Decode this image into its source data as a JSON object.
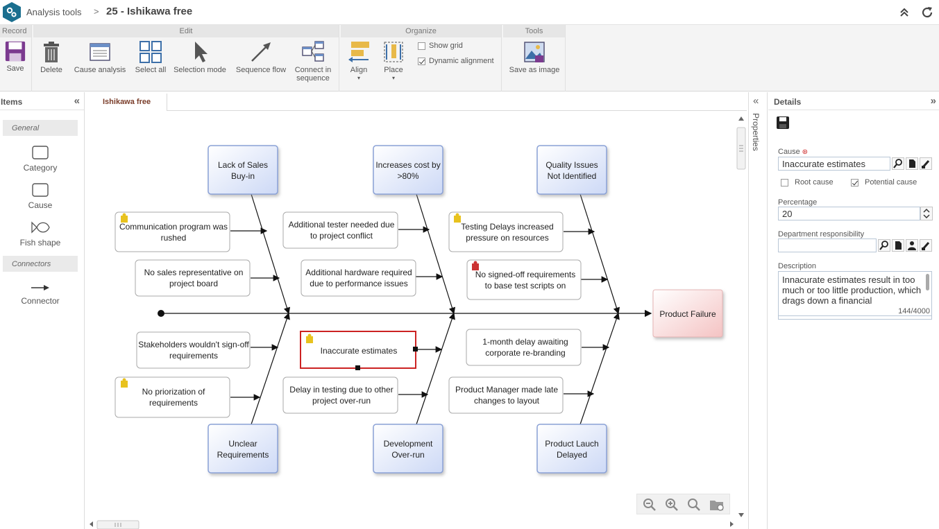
{
  "app": {
    "section": "Analysis tools",
    "separator": ">",
    "title": "25 - Ishikawa free"
  },
  "ribbon": {
    "groups": {
      "record": "Record",
      "edit": "Edit",
      "organize": "Organize",
      "tools": "Tools"
    },
    "save": "Save",
    "delete": "Delete",
    "cause_analysis": "Cause analysis",
    "select_all": "Select all",
    "selection_mode": "Selection mode",
    "sequence_flow": "Sequence flow",
    "connect_in_sequence_1": "Connect in",
    "connect_in_sequence_2": "sequence",
    "align": "Align",
    "place": "Place",
    "show_grid": "Show grid",
    "dynamic_alignment": "Dynamic alignment",
    "save_as_image": "Save as image",
    "show_grid_checked": false,
    "dynamic_alignment_checked": true
  },
  "items_panel": {
    "title": "Items",
    "general_header": "General",
    "category": "Category",
    "cause": "Cause",
    "fish_shape": "Fish shape",
    "connectors_header": "Connectors",
    "connector": "Connector"
  },
  "canvas": {
    "tab": "Ishikawa free",
    "effect": "Product Failure",
    "categories": {
      "top_1_a": "Lack of Sales",
      "top_1_b": "Buy-in",
      "top_2_a": "Increases cost by",
      "top_2_b": ">80%",
      "top_3_a": "Quality Issues",
      "top_3_b": "Not Identified",
      "bot_1_a": "Unclear",
      "bot_1_b": "Requirements",
      "bot_2_a": "Development",
      "bot_2_b": "Over-run",
      "bot_3_a": "Product Lauch",
      "bot_3_b": "Delayed"
    },
    "causes": {
      "c1a": "Communication program was",
      "c1b": "rushed",
      "c2a": "No sales representative on",
      "c2b": "project board",
      "c3a": "Additional tester needed due",
      "c3b": "to project conflict",
      "c4a": "Additional hardware required",
      "c4b": "due to performance issues",
      "c5a": "Testing Delays increased",
      "c5b": "pressure on resources",
      "c6a": "No signed-off requirements",
      "c6b": "to base test scripts on",
      "c7a": "Stakeholders wouldn't sign-off",
      "c7b": "requirements",
      "c8a": "No priorization of",
      "c8b": "requirements",
      "c9": "Inaccurate estimates",
      "c10a": "Delay in testing due to other",
      "c10b": "project over-run",
      "c11a": "1-month delay awaiting",
      "c11b": "corporate re-branding",
      "c12a": "Product Manager made late",
      "c12b": "changes to layout"
    }
  },
  "properties_strip": {
    "label": "Properties"
  },
  "details": {
    "title": "Details",
    "cause_label": "Cause",
    "cause_value": "Inaccurate estimates",
    "root_cause": "Root cause",
    "root_cause_checked": false,
    "potential_cause": "Potential cause",
    "potential_cause_checked": true,
    "percentage_label": "Percentage",
    "percentage_value": "20",
    "department_label": "Department responsibility",
    "department_value": "",
    "description_label": "Description",
    "description_value": "Innacurate estimates result in too much or too little production, which drags down a financial",
    "description_count": "144/4000"
  },
  "colors": {
    "accent": "#1b6f8f",
    "category_fill": "#dfe7fb",
    "effect_fill": "#f8d2d2",
    "selection": "#cc2222"
  }
}
